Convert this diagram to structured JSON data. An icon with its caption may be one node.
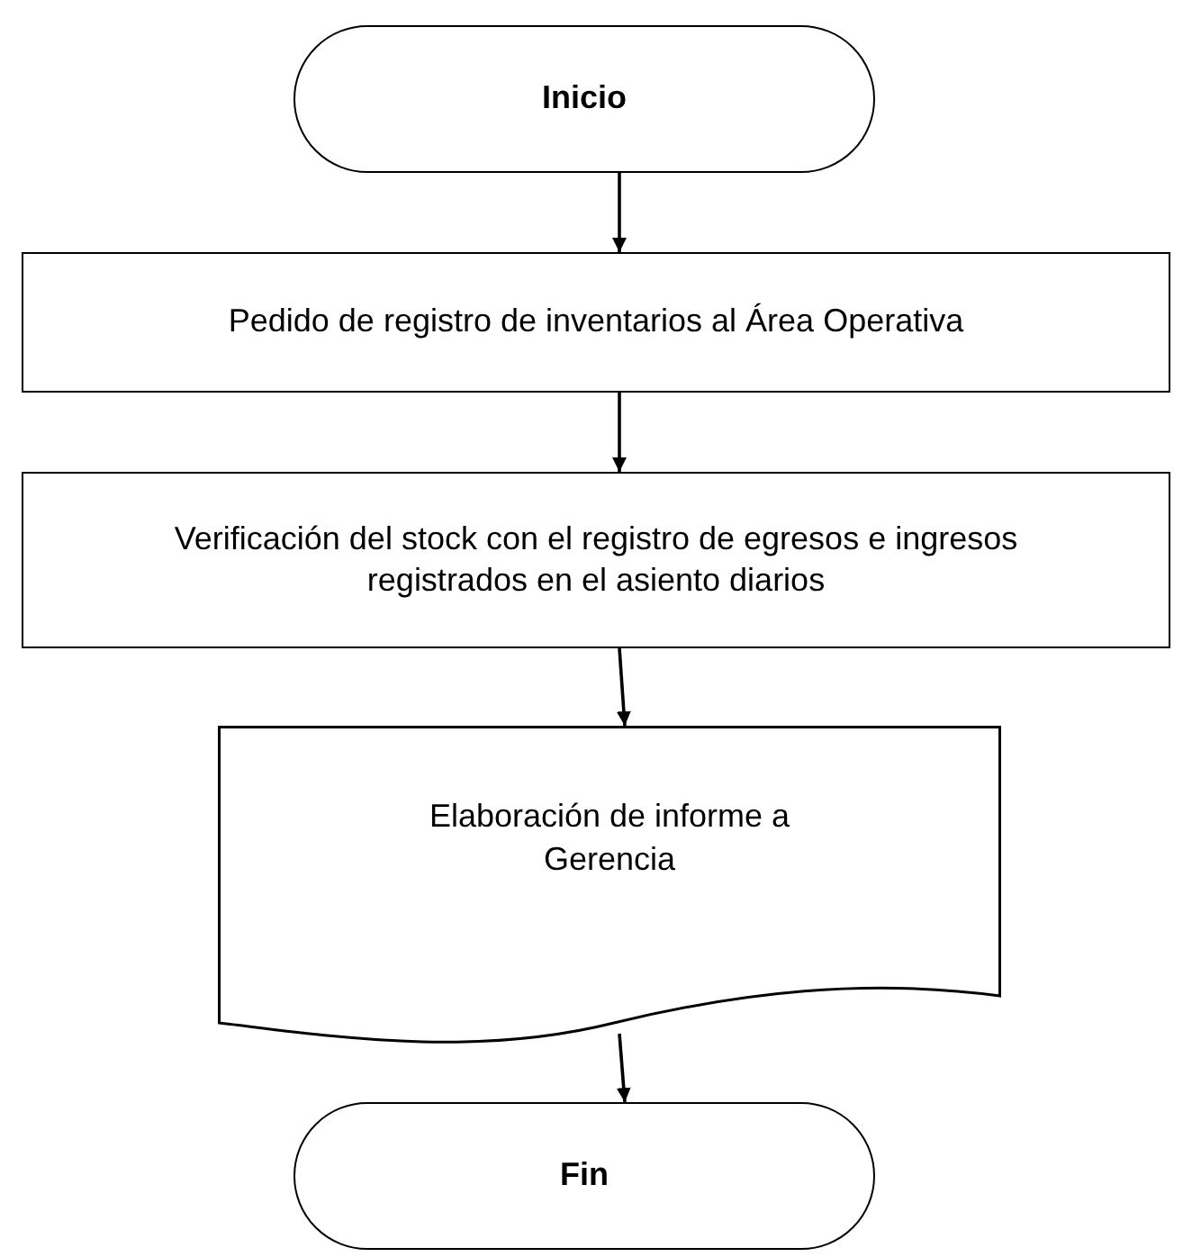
{
  "diagram": {
    "nodes": [
      {
        "text": [
          "Inicio"
        ]
      },
      {
        "text": [
          "Pedido de registro de inventarios al Área Operativa"
        ]
      },
      {
        "text": [
          "Verificación del stock con el registro de egresos e ingresos registrados en el asiento diarios"
        ]
      },
      {
        "text": [
          "Elaboración de informe a Gerencia"
        ]
      },
      {
        "text": [
          "Fin"
        ]
      }
    ],
    "edges": [
      {
        "from": 0,
        "to": 1,
        "arrow": "to"
      },
      {
        "from": 1,
        "to": 2,
        "arrow": "to"
      },
      {
        "from": 2,
        "to": 3,
        "arrow": "to"
      },
      {
        "from": 3,
        "to": 4,
        "arrow": "to"
      }
    ]
  }
}
